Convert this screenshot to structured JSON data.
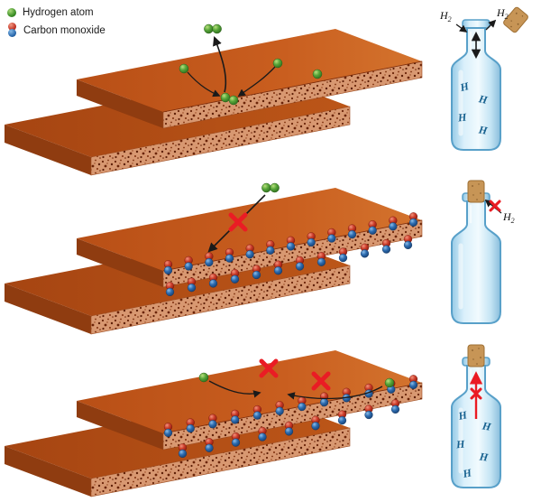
{
  "legend": {
    "items": [
      {
        "label": "Hydrogen atom"
      },
      {
        "label": "Carbon monoxide"
      }
    ]
  },
  "labels": {
    "h": "H",
    "sub2": "2"
  },
  "colors": {
    "hydrogen_green": "#4a9b2f",
    "co_red": "#c23325",
    "co_blue": "#2d6cb0",
    "terrace_orange": "#c65a1e",
    "terrace_dark": "#a64512",
    "speckle_dot": "#6b2408",
    "blocked_red": "#ea1c24",
    "bottle_blue": "#bfe2f3",
    "cork_tan": "#c79556",
    "h_label_blue": "#17618f"
  },
  "icons": {
    "hydrogen_atom": "green-sphere",
    "carbon_monoxide": "red-blue-sphere-pair",
    "blocked": "red-cross",
    "motion": "black-arrow",
    "container": "glass-bottle-with-cork"
  }
}
